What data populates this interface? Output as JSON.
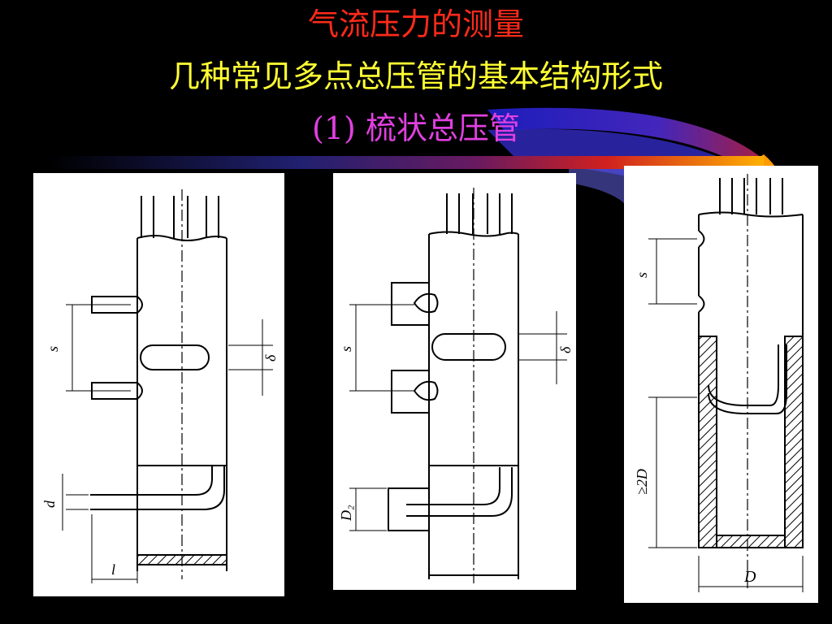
{
  "slide": {
    "title_main": "气流压力的测量",
    "title_sub": "几种常见多点总压管的基本结构形式",
    "title_item": "(1)   梳状总压管",
    "colors": {
      "title_main": "#ff2a1a",
      "title_sub": "#ffff33",
      "title_item": "#e040e0",
      "background": "#000000"
    }
  },
  "figures": {
    "fig1": {
      "label_s": "s",
      "label_delta": "δ",
      "label_d": "d",
      "label_l": "l"
    },
    "fig2": {
      "label_s": "s",
      "label_delta": "δ",
      "label_D2": "D₂"
    },
    "fig3": {
      "label_s": "s",
      "label_2D": "≥2D",
      "label_D": "D"
    }
  }
}
